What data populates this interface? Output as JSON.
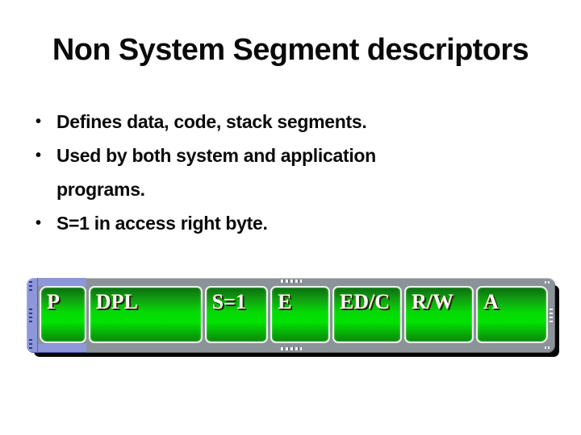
{
  "slide": {
    "title": "Non System Segment descriptors",
    "bullets": [
      {
        "text": "Defines data, code, stack segments."
      },
      {
        "text": "Used by both system and application\nprograms."
      },
      {
        "text": "S=1 in access right byte."
      }
    ],
    "bullet_glyph": "•"
  },
  "diagram": {
    "description": "Non-system segment descriptor access-rights byte fields",
    "fields": [
      {
        "label": "P",
        "width": 57
      },
      {
        "label": "DPL",
        "width": 145
      },
      {
        "label": "S=1",
        "width": 79
      },
      {
        "label": "E",
        "width": 74
      },
      {
        "label": "ED/C",
        "width": 87
      },
      {
        "label": "R/W",
        "width": 87
      },
      {
        "label": "A",
        "width": 90
      }
    ],
    "colors": {
      "cell_green_bright": "#00e400",
      "cell_green_dark": "#0a6e0e",
      "cell_border_white": "#eef2ee",
      "frame_gray": "#8b9298",
      "accent_periwinkle": "#8d97da",
      "drop_shadow": "#060606",
      "label_text": "#fffef6",
      "body_text": "#0a0a0a"
    }
  }
}
